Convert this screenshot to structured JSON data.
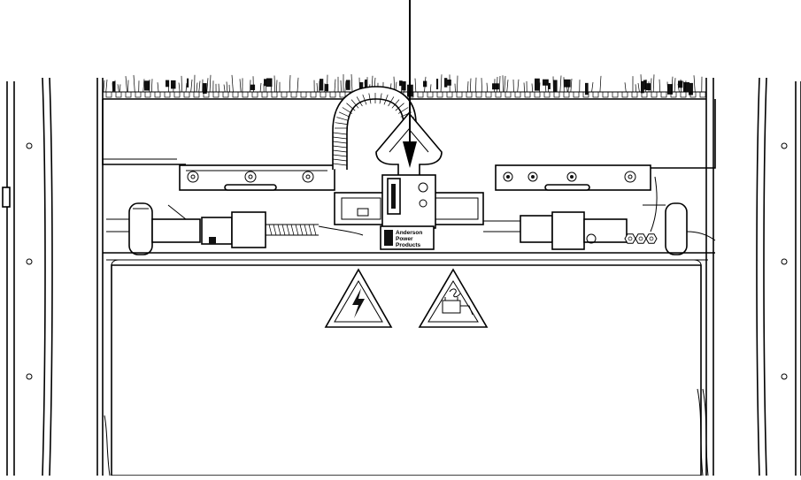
{
  "diagram": {
    "connector_brand_text": [
      "Anderson",
      "Power",
      "Products"
    ],
    "warning_labels": [
      "high-voltage-warning",
      "battery-warning"
    ],
    "colors": {
      "line": "#000000",
      "background": "#ffffff"
    }
  }
}
